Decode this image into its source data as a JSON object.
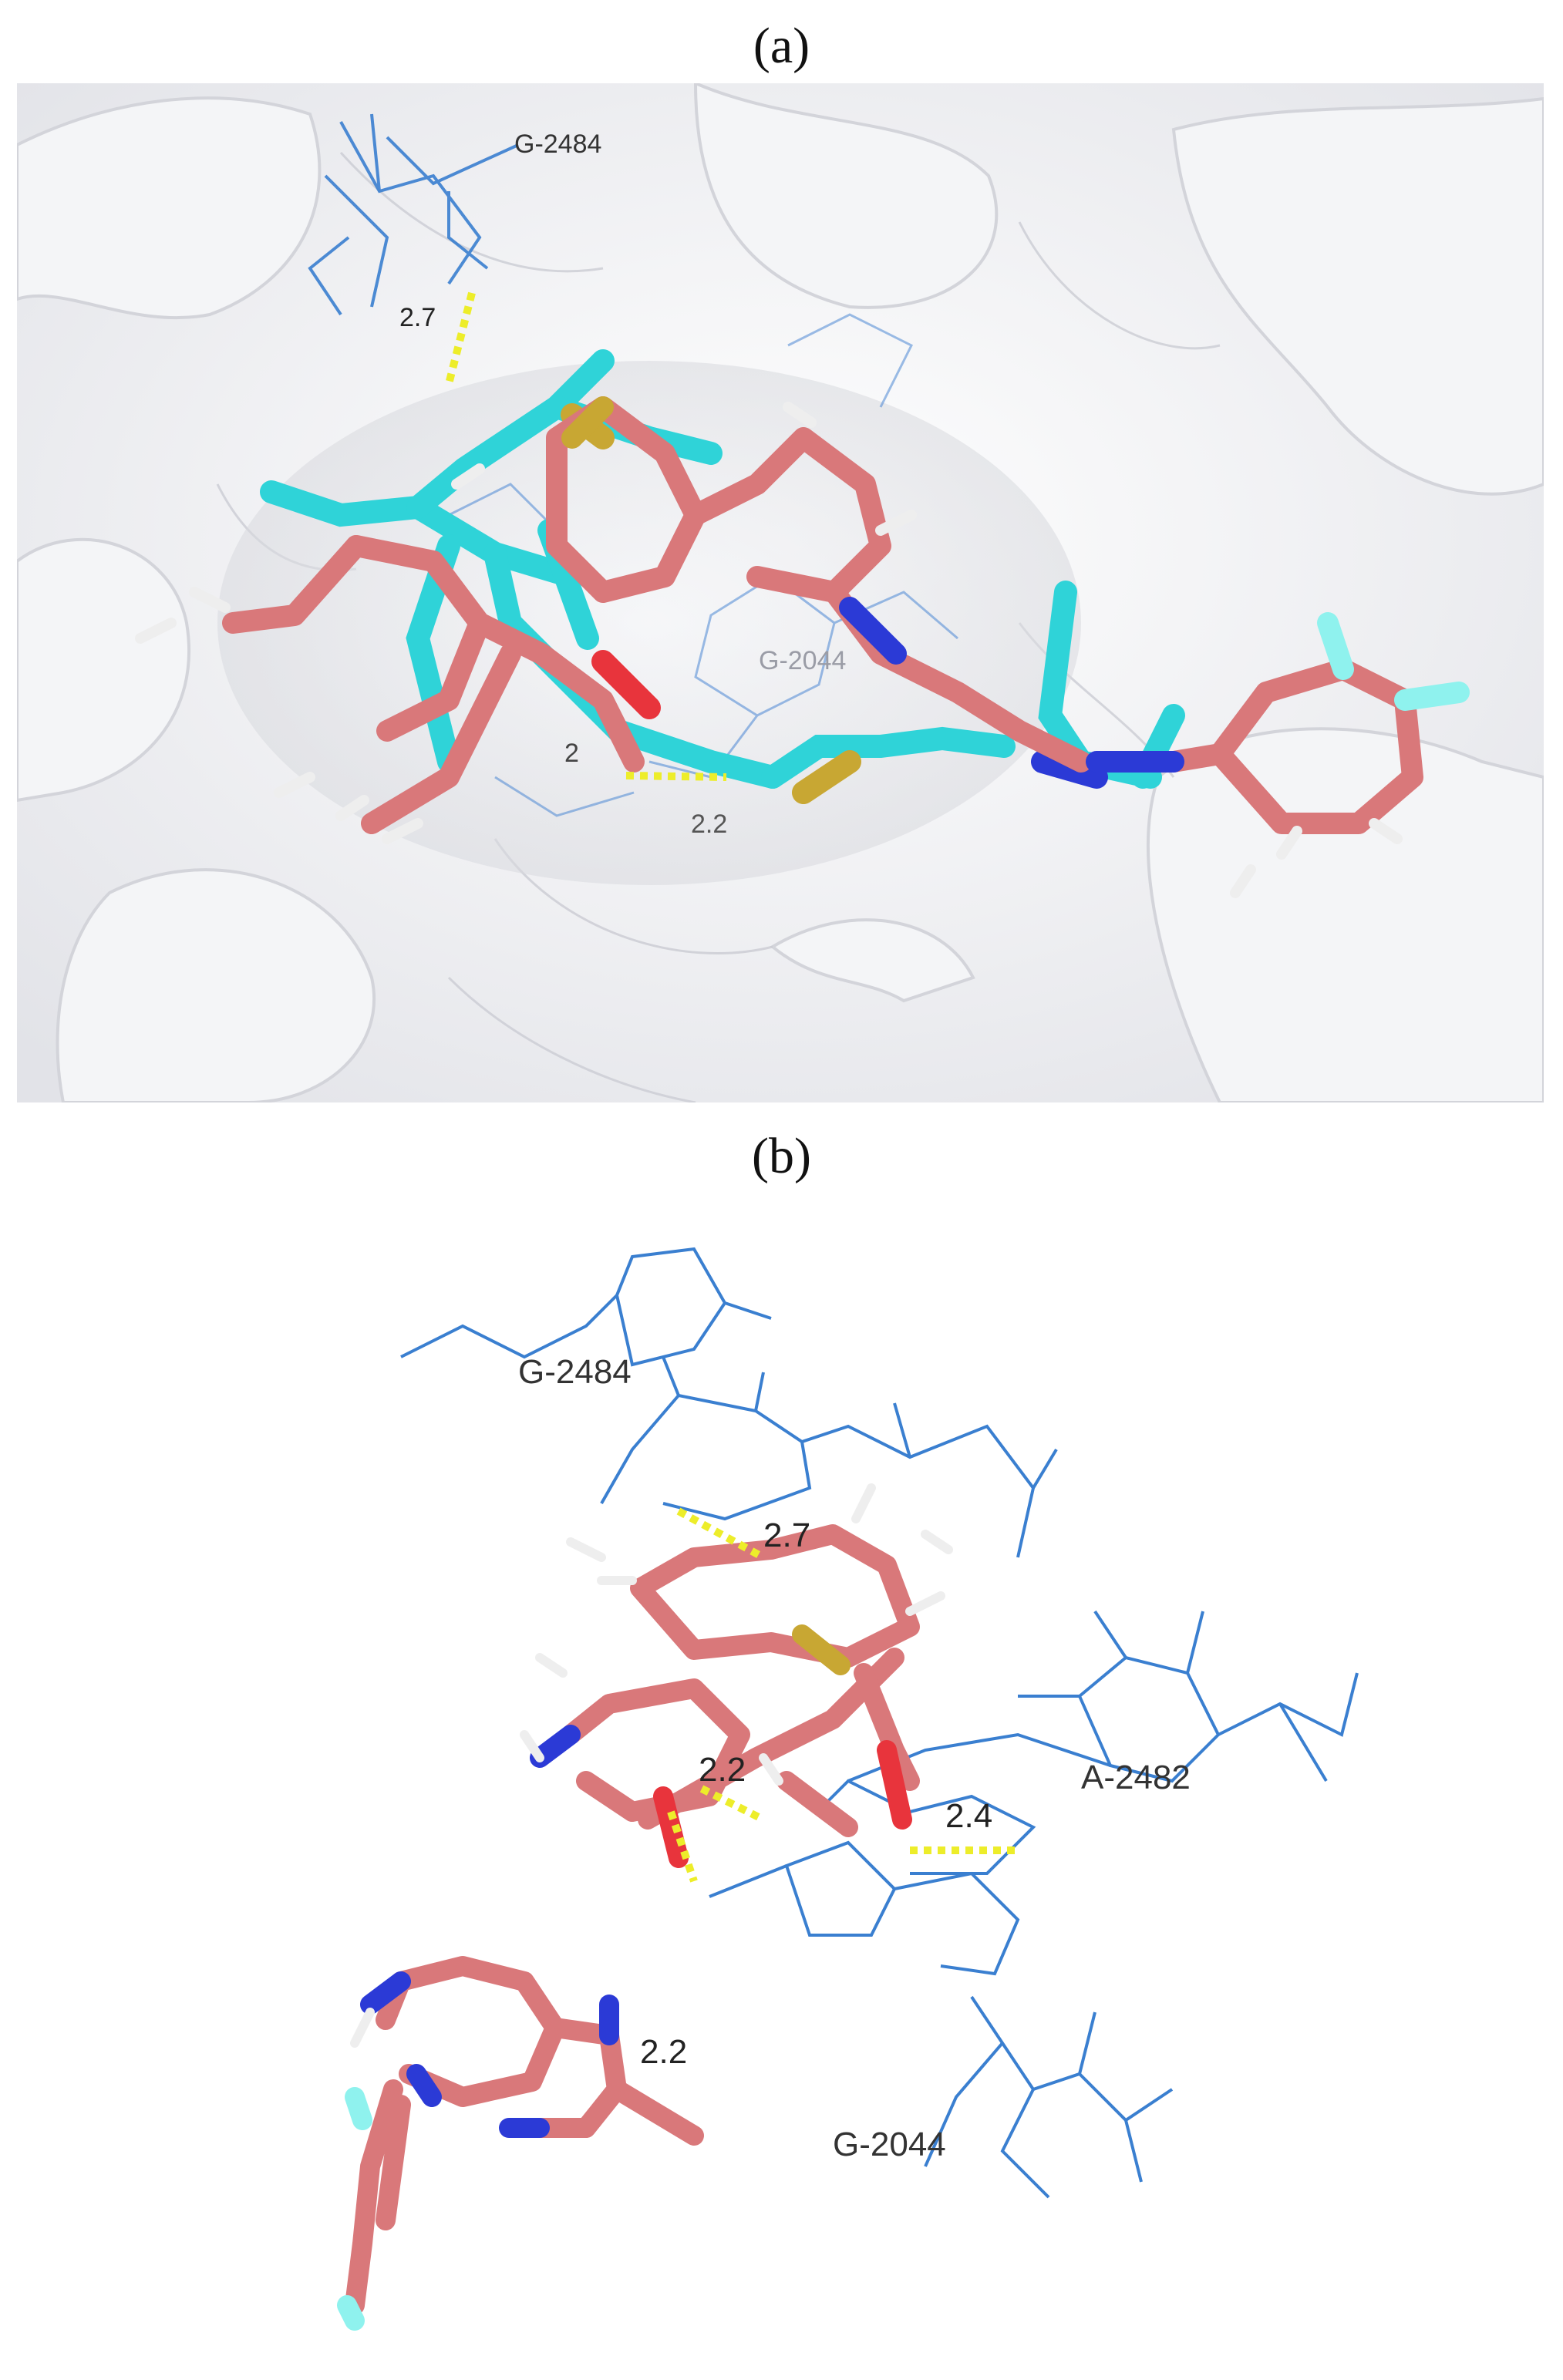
{
  "figure": {
    "panel_a": {
      "label": "(a)",
      "residue_labels": {
        "top": "G-2484",
        "center": "G-2044"
      },
      "distances": {
        "top": "2.7",
        "partial": "2",
        "bottom": "2.2"
      }
    },
    "panel_b": {
      "label": "(b)",
      "residue_labels": {
        "top": "G-2484",
        "right": "A-2482",
        "bottom": "G-2044"
      },
      "distances": {
        "top": "2.7",
        "right": "2.4",
        "mid": "2.2",
        "low": "2.2"
      }
    }
  },
  "colors": {
    "surface": "#e6e7ec",
    "surface_shadow": "#cfd0d6",
    "ligand_salmon": "#d9787a",
    "ligand_cyan": "#2fd3d8",
    "nitrogen": "#2b3ad6",
    "oxygen": "#e8343c",
    "sulfur": "#c8a733",
    "fluorine": "#8ff2ee",
    "hydrogen": "#eeeeee",
    "residue_blue": "#3a7fd0",
    "hbond_yellow": "#eded2a"
  }
}
